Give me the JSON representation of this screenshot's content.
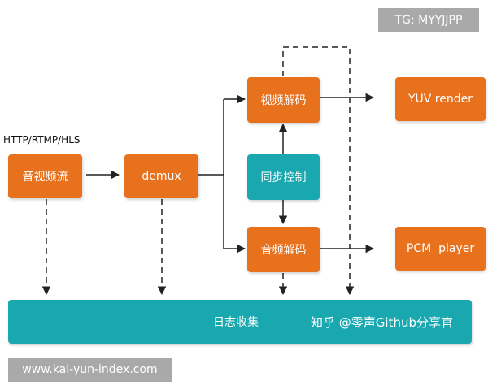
{
  "badge_top": "TG: MYYJJPP",
  "badge_bottom": "www.kai-yun-index.com",
  "protocol_label": "HTTP/RTMP/HLS",
  "nodes": {
    "av_stream": "音视频流",
    "demux": "demux",
    "video_decode": "视频解码",
    "sync_control": "同步控制",
    "audio_decode": "音频解码",
    "yuv_render": "YUV render",
    "pcm_player": "PCM  player",
    "log_collect": "日志收集"
  },
  "watermark": "知乎 @零声Github分享官",
  "colors": {
    "process": "#e8711e",
    "control": "#1aa8b0",
    "badge": "#a9a9a9"
  }
}
